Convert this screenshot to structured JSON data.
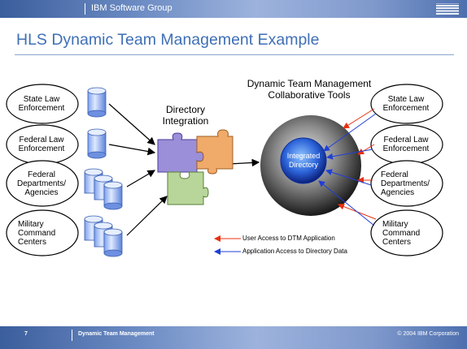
{
  "header": {
    "group": "IBM Software Group",
    "logo": "IBM"
  },
  "title": "HLS Dynamic Team Management Example",
  "left_entities": [
    "State Law Enforcement",
    "Federal Law Enforcement",
    "Federal Departments/ Agencies",
    "Military Command Centers"
  ],
  "right_entities": [
    "State Law Enforcement",
    "Federal Law Enforcement",
    "Federal Departments/ Agencies",
    "Military Command Centers"
  ],
  "directory_integration": "Directory Integration",
  "tools_title": "Dynamic Team Management Collaborative Tools",
  "integrated_directory": "Integrated Directory",
  "legend": {
    "red": "User Access to DTM Application",
    "blue": "Application Access to Directory Data"
  },
  "colors": {
    "red_arrow": "#e8300f",
    "blue_arrow": "#1f3fd6",
    "title": "#3f6fb5"
  },
  "footer": {
    "page": "7",
    "title": "Dynamic Team Management",
    "copyright": "© 2004 IBM Corporation"
  }
}
